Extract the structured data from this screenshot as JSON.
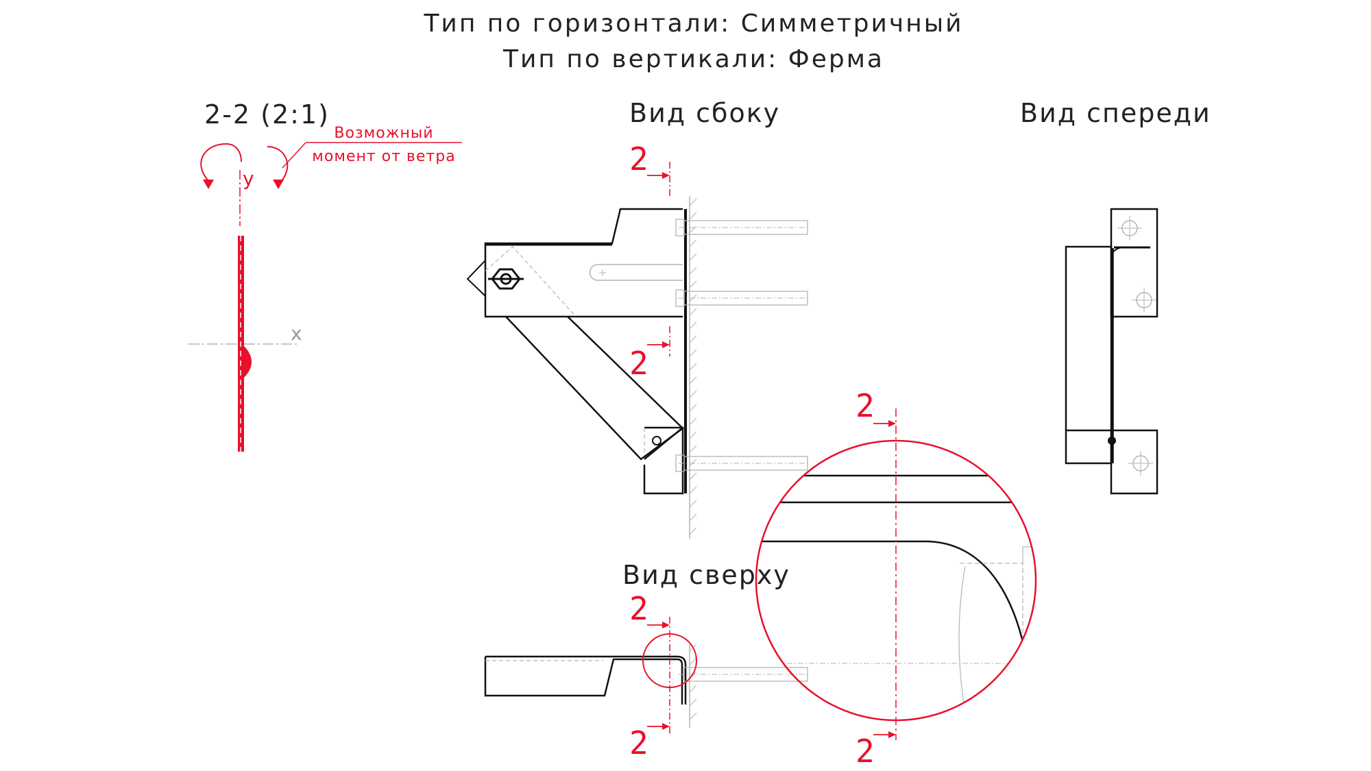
{
  "header": {
    "line1": "Тип по горизонтали: Симметричный",
    "line2": "Тип по вертикали: Ферма"
  },
  "views": {
    "section": "2-2 (2:1)",
    "side": "Вид сбоку",
    "front": "Вид спереди",
    "top": "Вид сверху"
  },
  "annotation": {
    "line1": "Возможный",
    "line2": "момент от ветра"
  },
  "axes": {
    "y": "y",
    "x": "x"
  },
  "cut_marker": "2",
  "colors": {
    "accent": "#e8102a",
    "ink": "#111111",
    "hidden": "#b3b3b3"
  }
}
